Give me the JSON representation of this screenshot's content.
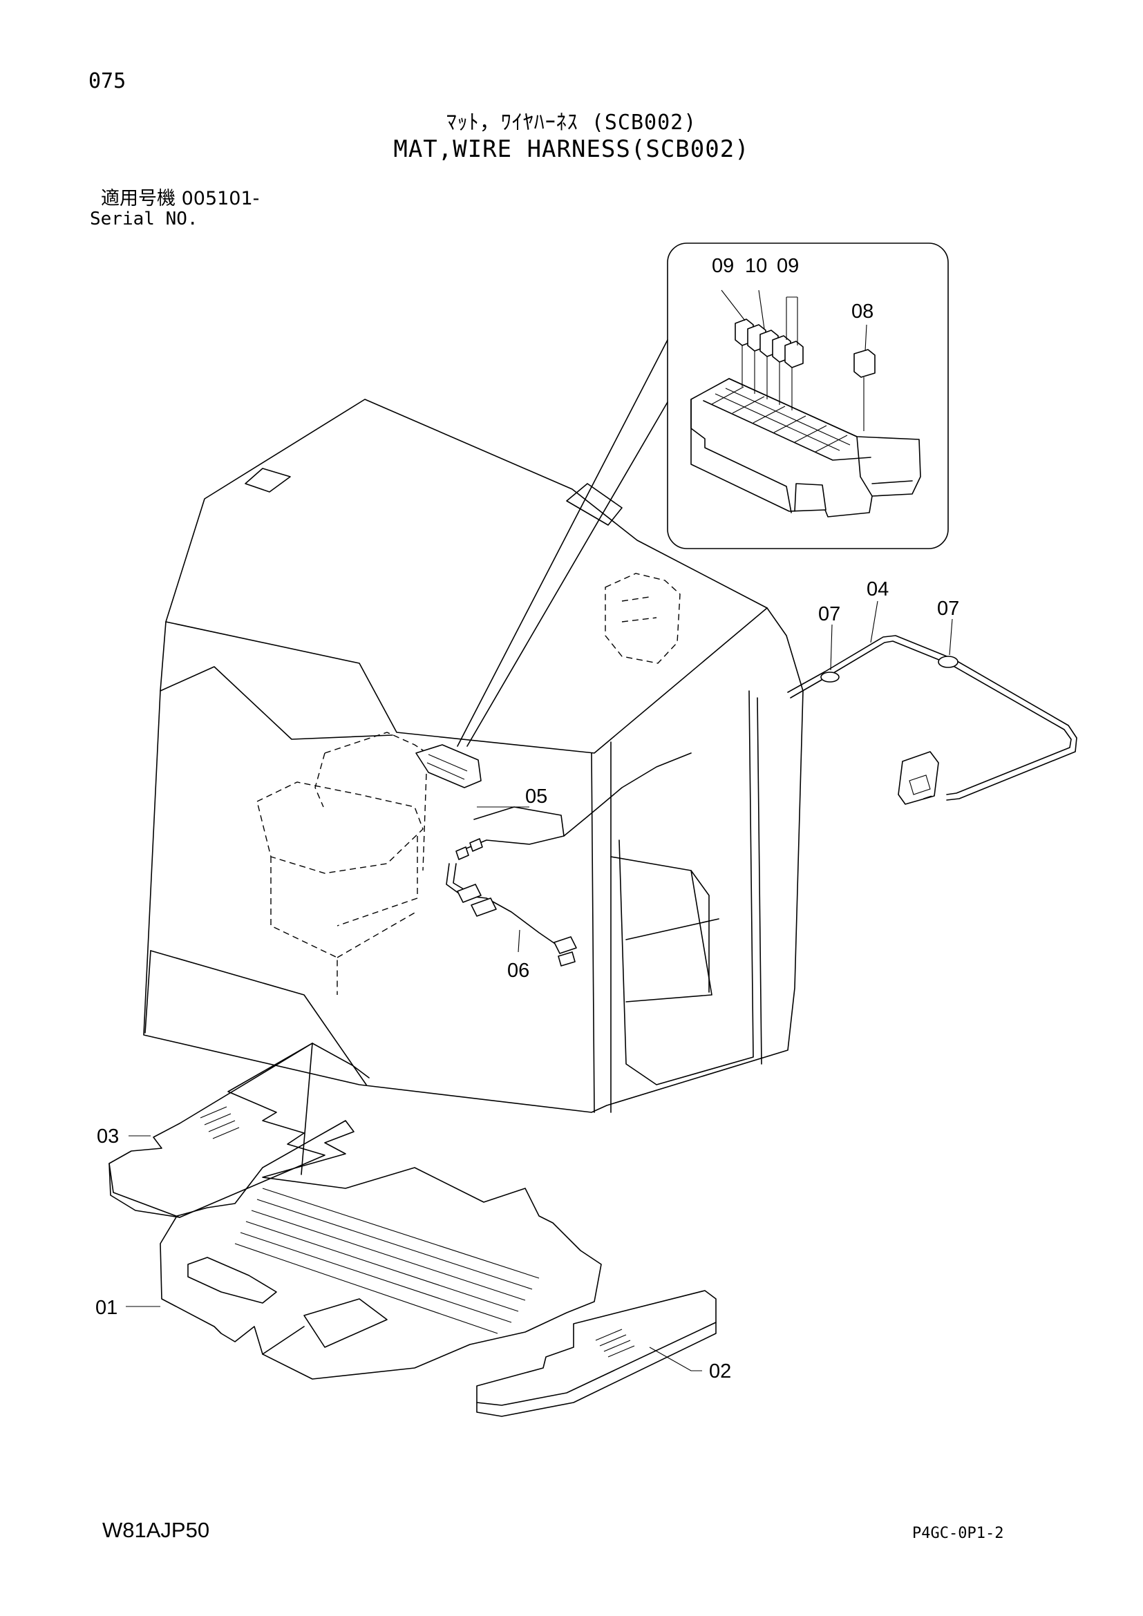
{
  "page_number": "075",
  "title": {
    "japanese": "ﾏｯﾄ，ﾜｲﾔﾊｰﾈｽ (SCB002)",
    "english": "MAT,WIRE HARNESS(SCB002)"
  },
  "serial": {
    "japanese": "適用号機 005101-",
    "english": "Serial NO."
  },
  "part_callouts": {
    "p01": "01",
    "p02": "02",
    "p03": "03",
    "p04": "04",
    "p05": "05",
    "p06": "06",
    "p07_left": "07",
    "p07_right": "07",
    "p08": "08",
    "p09_left": "09",
    "p10": "10",
    "p09_right": "09"
  },
  "footer": {
    "document_code": "W81AJP50",
    "page_code": "P4GC-0P1-2"
  }
}
